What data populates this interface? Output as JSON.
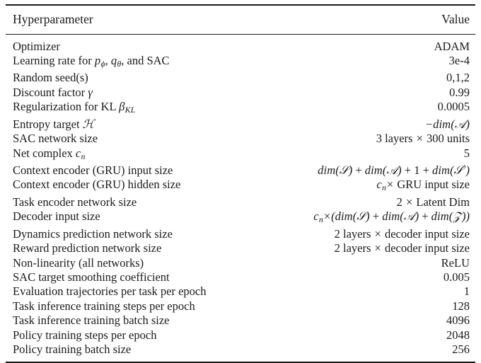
{
  "table": {
    "headers": {
      "parameter": "Hyperparameter",
      "value": "Value"
    },
    "rows": [
      {
        "parameter": "Optimizer",
        "value": "ADAM"
      },
      {
        "parameter": "Learning rate for p_phi, q_theta, and SAC",
        "value": "3e-4"
      },
      {
        "parameter": "Random seed(s)",
        "value": "0,1,2"
      },
      {
        "parameter": "Discount factor gamma",
        "value": "0.99"
      },
      {
        "parameter": "Regularization for KL beta_KL",
        "value": "0.0005"
      },
      {
        "parameter": "Entropy target H",
        "value": "-dim(A)"
      },
      {
        "parameter": "SAC network size",
        "value": "3 layers x 300 units"
      },
      {
        "parameter": "Net complex c_n",
        "value": "5"
      },
      {
        "parameter": "Context encoder (GRU) input size",
        "value": "dim(S) + dim(A) + 1 + dim(S')"
      },
      {
        "parameter": "Context encoder (GRU) hidden size",
        "value": "c_n x GRU input size"
      },
      {
        "parameter": "Task encoder network size",
        "value": "2 x Latent Dim"
      },
      {
        "parameter": "Decoder input size",
        "value": "c_n x (dim(S) + dim(A) + dim(Z))"
      },
      {
        "parameter": "Dynamics prediction network size",
        "value": "2 layers x decoder input size"
      },
      {
        "parameter": "Reward prediction network size",
        "value": "2 layers x decoder input size"
      },
      {
        "parameter": "Non-linearity (all networks)",
        "value": "ReLU"
      },
      {
        "parameter": "SAC target smoothing coefficient",
        "value": "0.005"
      },
      {
        "parameter": "Evaluation trajectories per task per epoch",
        "value": "1"
      },
      {
        "parameter": "Task inference training steps per epoch",
        "value": "128"
      },
      {
        "parameter": "Task inference training batch size",
        "value": "4096"
      },
      {
        "parameter": "Policy training steps per epoch",
        "value": "2048"
      },
      {
        "parameter": "Policy training batch size",
        "value": "256"
      }
    ],
    "text": {
      "optimizer_label": "Optimizer",
      "optimizer_value": "ADAM",
      "lr_label_pre": "Learning rate for ",
      "lr_p": "p",
      "lr_phi": "ϕ",
      "lr_comma1": ", ",
      "lr_q": "q",
      "lr_theta": "θ",
      "lr_label_post": ", and SAC",
      "lr_value": "3e-4",
      "seed_label": "Random seed(s)",
      "seed_value": "0,1,2",
      "discount_label": "Discount factor ",
      "discount_gamma": "γ",
      "discount_value": "0.99",
      "kl_label": "Regularization for KL ",
      "kl_beta": "β",
      "kl_sub": "KL",
      "kl_value": "0.0005",
      "entropy_label": "Entropy target ",
      "entropy_H": "ℋ",
      "entropy_minus": "−",
      "entropy_dim": "dim",
      "entropy_open": "(",
      "entropy_A": "𝒜",
      "entropy_close": ")",
      "sacnet_label": "SAC network size",
      "sacnet_value_a": "3 layers ",
      "sacnet_times": "×",
      "sacnet_value_b": " 300 units",
      "netcomplex_label_pre": "Net complex ",
      "netcomplex_c": "c",
      "netcomplex_sub": "n",
      "netcomplex_value": "5",
      "ctxin_label": "Context encoder (GRU) input size",
      "ctxin_dim1": "dim",
      "ctxin_S": "𝒮",
      "ctxin_plus": " + ",
      "ctxin_dim2": "dim",
      "ctxin_A": "𝒜",
      "ctxin_one": "1",
      "ctxin_dim3": "dim",
      "ctxin_Sprime": "𝒮′",
      "ctxhid_label": "Context encoder (GRU) hidden size",
      "ctxhid_c": "c",
      "ctxhid_sub": "n",
      "ctxhid_times": "×",
      "ctxhid_rest": " GRU input size",
      "taskenc_label": "Task encoder network size",
      "taskenc_two": "2 ",
      "taskenc_times": "×",
      "taskenc_rest": " Latent Dim",
      "decin_label": "Decoder input size",
      "decin_c": "c",
      "decin_sub": "n",
      "decin_times": "×",
      "decin_dim1": "dim",
      "decin_S": "𝒮",
      "decin_dim2": "dim",
      "decin_A": "𝒜",
      "decin_dim3": "dim",
      "decin_Z": "𝒵",
      "dyn_label": "Dynamics prediction network size",
      "dyn_value_a": "2 layers ",
      "dyn_times": "×",
      "dyn_value_b": " decoder input size",
      "rew_label": "Reward prediction network size",
      "rew_value_a": "2 layers ",
      "rew_times": "×",
      "rew_value_b": " decoder input size",
      "nonlin_label": "Non-linearity (all networks)",
      "nonlin_value": "ReLU",
      "smooth_label": "SAC target smoothing coefficient",
      "smooth_value": "0.005",
      "evaltraj_label": "Evaluation trajectories per task per epoch",
      "evaltraj_value": "1",
      "taskinfsteps_label": "Task inference training steps per epoch",
      "taskinfsteps_value": "128",
      "taskinfbatch_label": "Task inference training batch size",
      "taskinfbatch_value": "4096",
      "policysteps_label": "Policy training steps per epoch",
      "policysteps_value": "2048",
      "policybatch_label": "Policy training batch size",
      "policybatch_value": "256"
    }
  }
}
